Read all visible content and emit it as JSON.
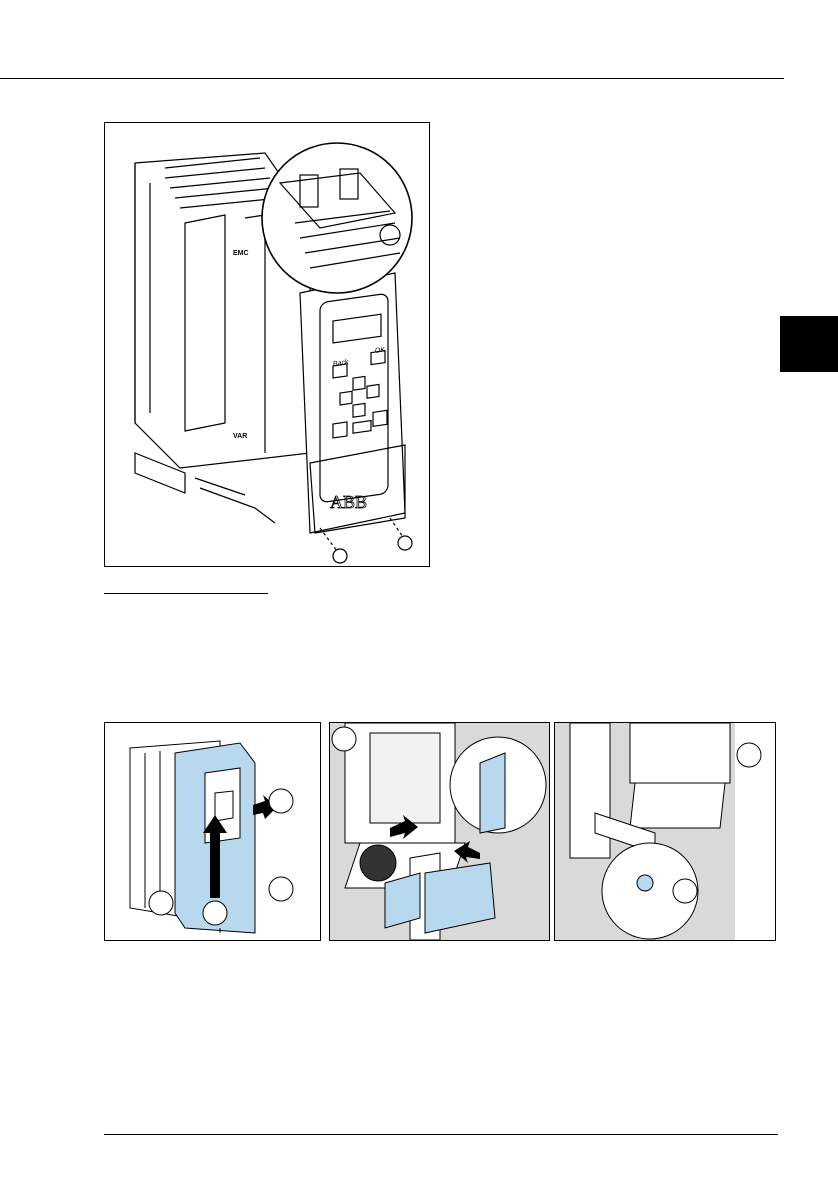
{
  "page": {
    "header_rule": true,
    "footer_rule": true,
    "section_tab_color": "#000000"
  },
  "figure_main": {
    "panel_labels": [
      "Back",
      "OK"
    ],
    "logo_text": "ABB",
    "emc_label": "EMC",
    "var_label": "VAR"
  },
  "figure_steps": {
    "step_markers": [
      "",
      "",
      "",
      "",
      "",
      "",
      ""
    ],
    "highlight_color": "#b8d8ee",
    "background_gray": "#d9d9d9"
  }
}
